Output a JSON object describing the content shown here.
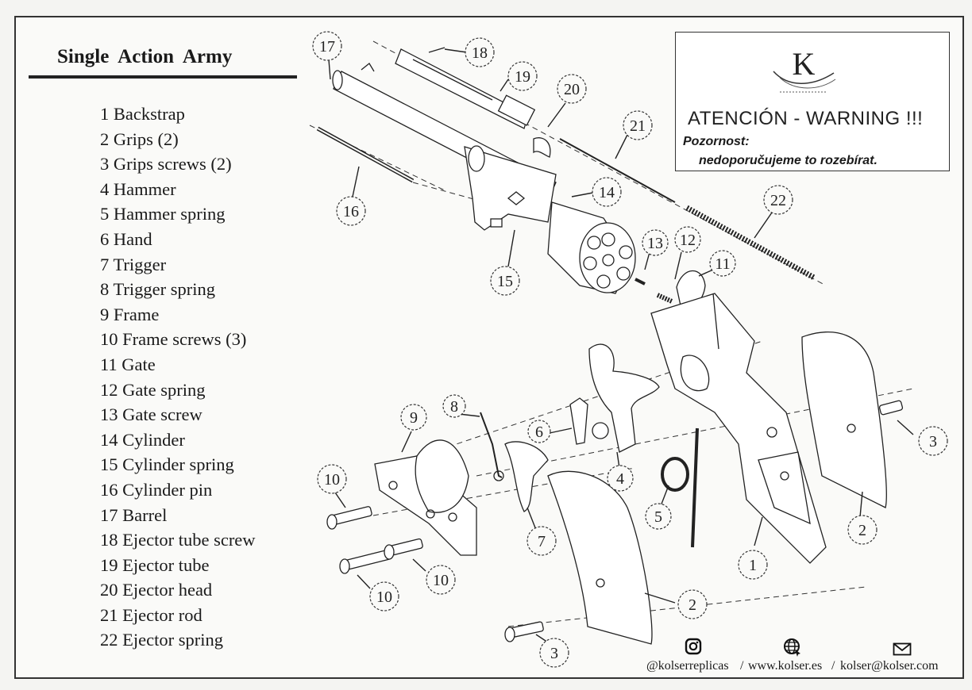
{
  "title": "Single Action  Army",
  "parts": [
    "1 Backstrap",
    "2 Grips (2)",
    "3 Grips screws (2)",
    "4 Hammer",
    "5 Hammer spring",
    "6 Hand",
    "7 Trigger",
    "8 Trigger spring",
    "9 Frame",
    "10 Frame screws (3)",
    "11 Gate",
    "12 Gate spring",
    "13 Gate screw",
    "14 Cylinder",
    "15 Cylinder spring",
    "16 Cylinder pin",
    "17 Barrel",
    "18 Ejector tube screw",
    "19 Ejector tube",
    "20 Ejector head",
    "21 Ejector rod",
    "22 Ejector spring"
  ],
  "warning": {
    "logo_letter": "K",
    "heading": "ATENCIÓN - WARNING  !!!",
    "label": "Pozornost:",
    "text": "nedoporučujeme to rozebírat."
  },
  "callouts": [
    "17",
    "18",
    "19",
    "20",
    "21",
    "14",
    "16",
    "22",
    "13",
    "12",
    "11",
    "15",
    "8",
    "9",
    "6",
    "4",
    "3",
    "10",
    "5",
    "2",
    "7",
    "1",
    "10",
    "10",
    "2",
    "3"
  ],
  "footer": {
    "instagram": "@kolserreplicas",
    "separator": "/",
    "website": "www.kolser.es",
    "email": "kolser@kolser.com"
  },
  "icons": [
    "instagram-icon",
    "globe-icon",
    "mail-icon"
  ]
}
